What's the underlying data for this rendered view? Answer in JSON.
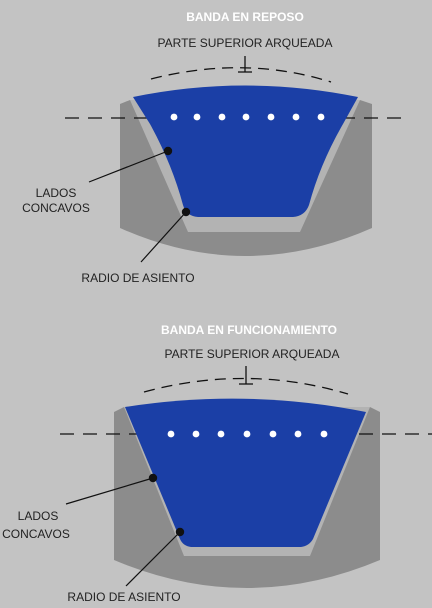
{
  "colors": {
    "background": "#c3c3c3",
    "pulley": "#8c8c8c",
    "gap": "#b3b3b3",
    "belt": "#1b3fa6",
    "ink": "#111111",
    "title": "#ffffff",
    "label": "#222222",
    "cord": "#ffffff"
  },
  "diagrams": [
    {
      "title": "BANDA EN REPOSO",
      "top_label": "PARTE SUPERIOR ARQUEADA",
      "side_label_line1": "LADOS",
      "side_label_line2": "CONCAVOS",
      "bottom_label": "RADIO DE ASIENTO"
    },
    {
      "title": "BANDA EN FUNCIONAMIENTO",
      "top_label": "PARTE SUPERIOR ARQUEADA",
      "side_label_line1": "LADOS",
      "side_label_line2": "CONCAVOS",
      "bottom_label": "RADIO DE ASIENTO"
    }
  ]
}
